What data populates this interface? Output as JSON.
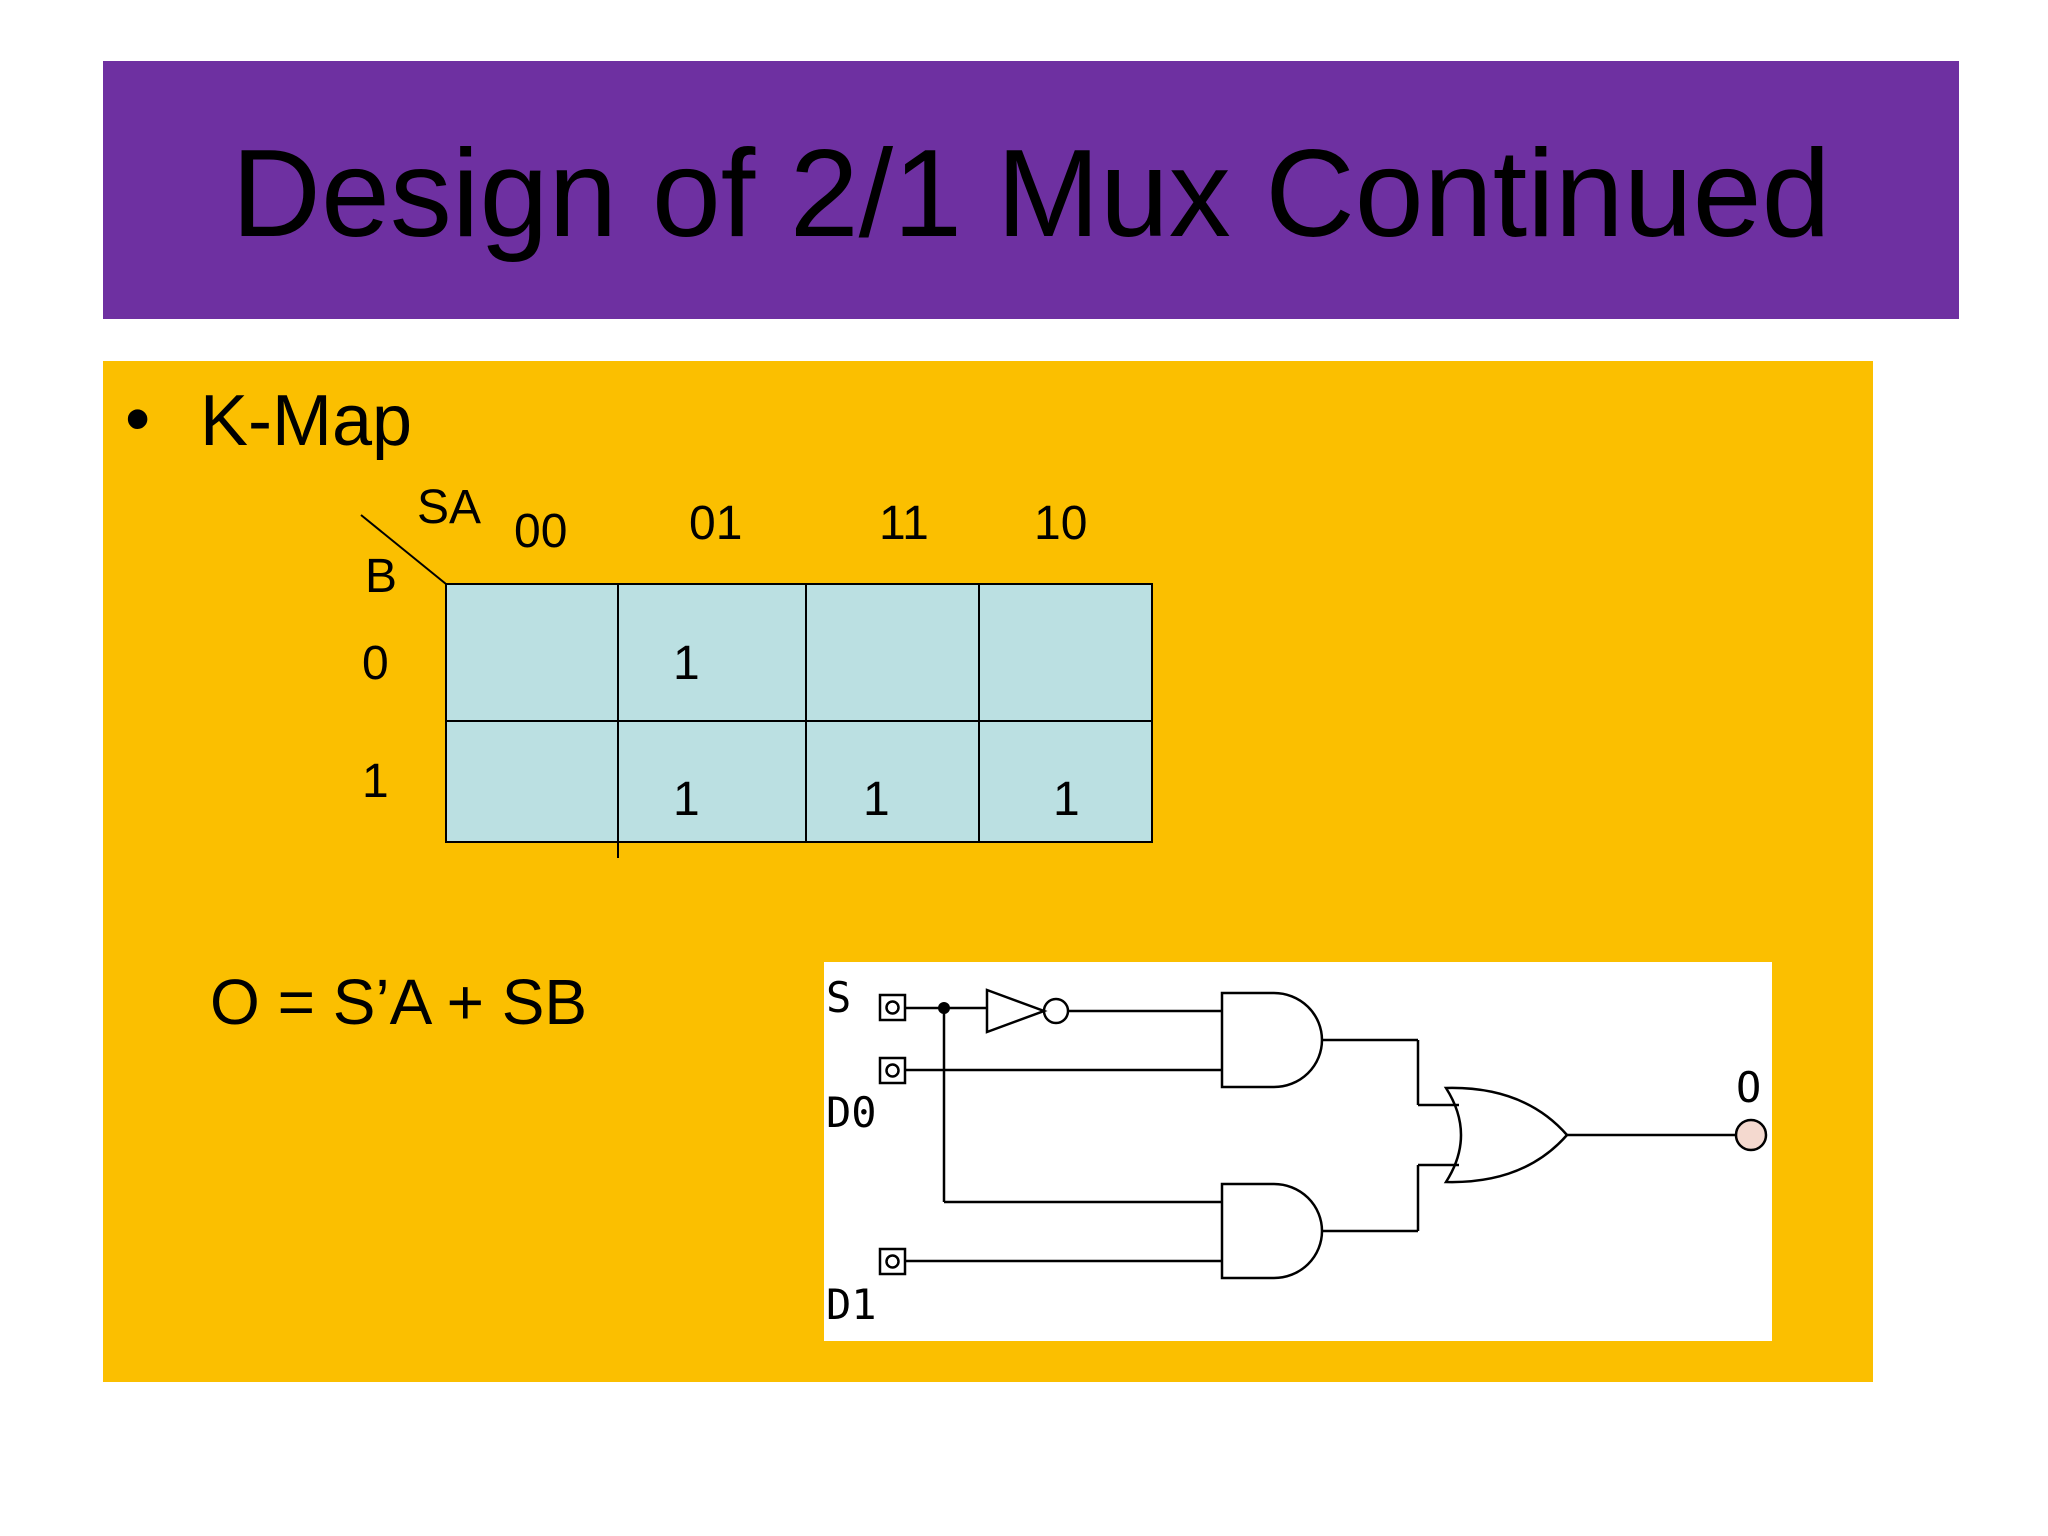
{
  "slide": {
    "title": "Design of 2/1 Mux Continued",
    "bullet_marker": "•",
    "bullet_text": "K-Map",
    "equation": "O = S’A + SB",
    "colors": {
      "title_bar": "#6e30a1",
      "content_bg": "#fbbf00",
      "kmap_fill": "#bbe0e2",
      "output_led": "#f4d9cf"
    }
  },
  "kmap": {
    "col_var": "SA",
    "row_var": "B",
    "col_headers": [
      "00",
      "01",
      "11",
      "10"
    ],
    "row_headers": [
      "0",
      "1"
    ],
    "cells": [
      [
        "",
        "1",
        "",
        ""
      ],
      [
        "",
        "1",
        "1",
        "1"
      ]
    ]
  },
  "circuit": {
    "labels": {
      "s": "S",
      "d0": "D0",
      "d1": "D1",
      "out": "O"
    }
  }
}
